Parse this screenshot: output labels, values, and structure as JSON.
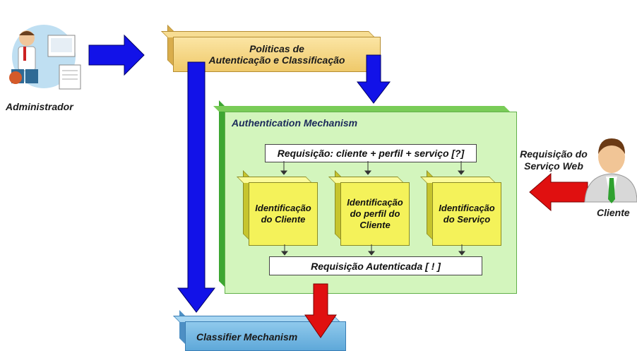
{
  "admin": {
    "label": "Administrador"
  },
  "policies": {
    "line1": "Politicas de",
    "line2": "Autenticação e Classificação"
  },
  "auth": {
    "title": "Authentication Mechanism",
    "request": "Requisição: cliente + perfil + serviço [?]",
    "boxes": [
      {
        "text": "Identificação\ndo Cliente"
      },
      {
        "text": "Identificação\ndo perfil do\nCliente"
      },
      {
        "text": "Identificação\ndo Serviço"
      }
    ],
    "authenticated": "Requisição Autenticada [ ! ]"
  },
  "client": {
    "request_line1": "Requisição do",
    "request_line2": "Serviço Web",
    "label": "Cliente"
  },
  "classifier": {
    "title": "Classifier Mechanism"
  },
  "colors": {
    "blue_arrow": "#1212e8",
    "red_arrow": "#e01010",
    "green_box": "#d3f5bd",
    "yellow_box": "#f4f25a",
    "policy_box": "#efc96a",
    "classifier_box": "#5ea8d9"
  }
}
